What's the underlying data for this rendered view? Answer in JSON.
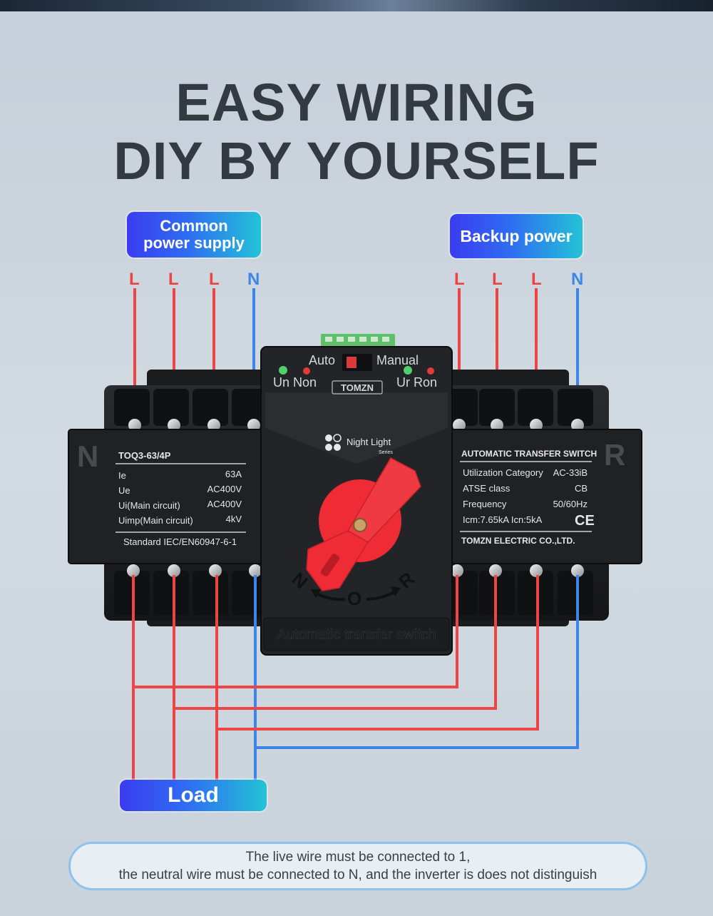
{
  "heading": {
    "line1": "EASY WIRING",
    "line2": "DIY BY YOURSELF"
  },
  "labels": {
    "common_supply_line1": "Common",
    "common_supply_line2": "power supply",
    "backup_power": "Backup power",
    "load": "Load"
  },
  "wire_labels": {
    "left": [
      "L",
      "L",
      "L",
      "N"
    ],
    "right": [
      "L",
      "L",
      "L",
      "N"
    ]
  },
  "device": {
    "left_panel": {
      "letter": "N",
      "model": "TOQ3-63/4P",
      "specs": [
        {
          "name": "Ie",
          "value": "63A"
        },
        {
          "name": "Ue",
          "value": "AC400V"
        },
        {
          "name": "Ui(Main circuit)",
          "value": "AC400V"
        },
        {
          "name": "Uimp(Main circuit)",
          "value": "4kV"
        }
      ],
      "standard": "Standard IEC/EN60947-6-1"
    },
    "right_panel": {
      "letter": "R",
      "title": "AUTOMATIC TRANSFER SWITCH",
      "specs": [
        {
          "name": "Utilization Category",
          "value": "AC-33iB"
        },
        {
          "name": "ATSE class",
          "value": "CB"
        },
        {
          "name": "Frequency",
          "value": "50/60Hz"
        }
      ],
      "icm": "Icm:7.65kA Icn:5kA",
      "ce_mark": "CE",
      "maker": "TOMZN ELECTRIC CO.,LTD."
    },
    "center": {
      "auto": "Auto",
      "manual": "Manual",
      "un_non": "Un Non",
      "ur_ron": "Ur Ron",
      "brand": "TOMZN",
      "night_light": "Night Light",
      "series": "Series",
      "pos_n": "N",
      "pos_o": "O",
      "pos_r": "R",
      "footer": "Automatic transfer switch"
    }
  },
  "note": {
    "line1": "The live wire must be connected to 1,",
    "line2": "the neutral wire must be connected to N, and the inverter is does not distinguish"
  },
  "colors": {
    "live_wire": "#ee4444",
    "neutral_wire": "#3d86e8",
    "device_body": "#1d1e20",
    "handle": "#ef2b35",
    "heading": "#333a41"
  }
}
